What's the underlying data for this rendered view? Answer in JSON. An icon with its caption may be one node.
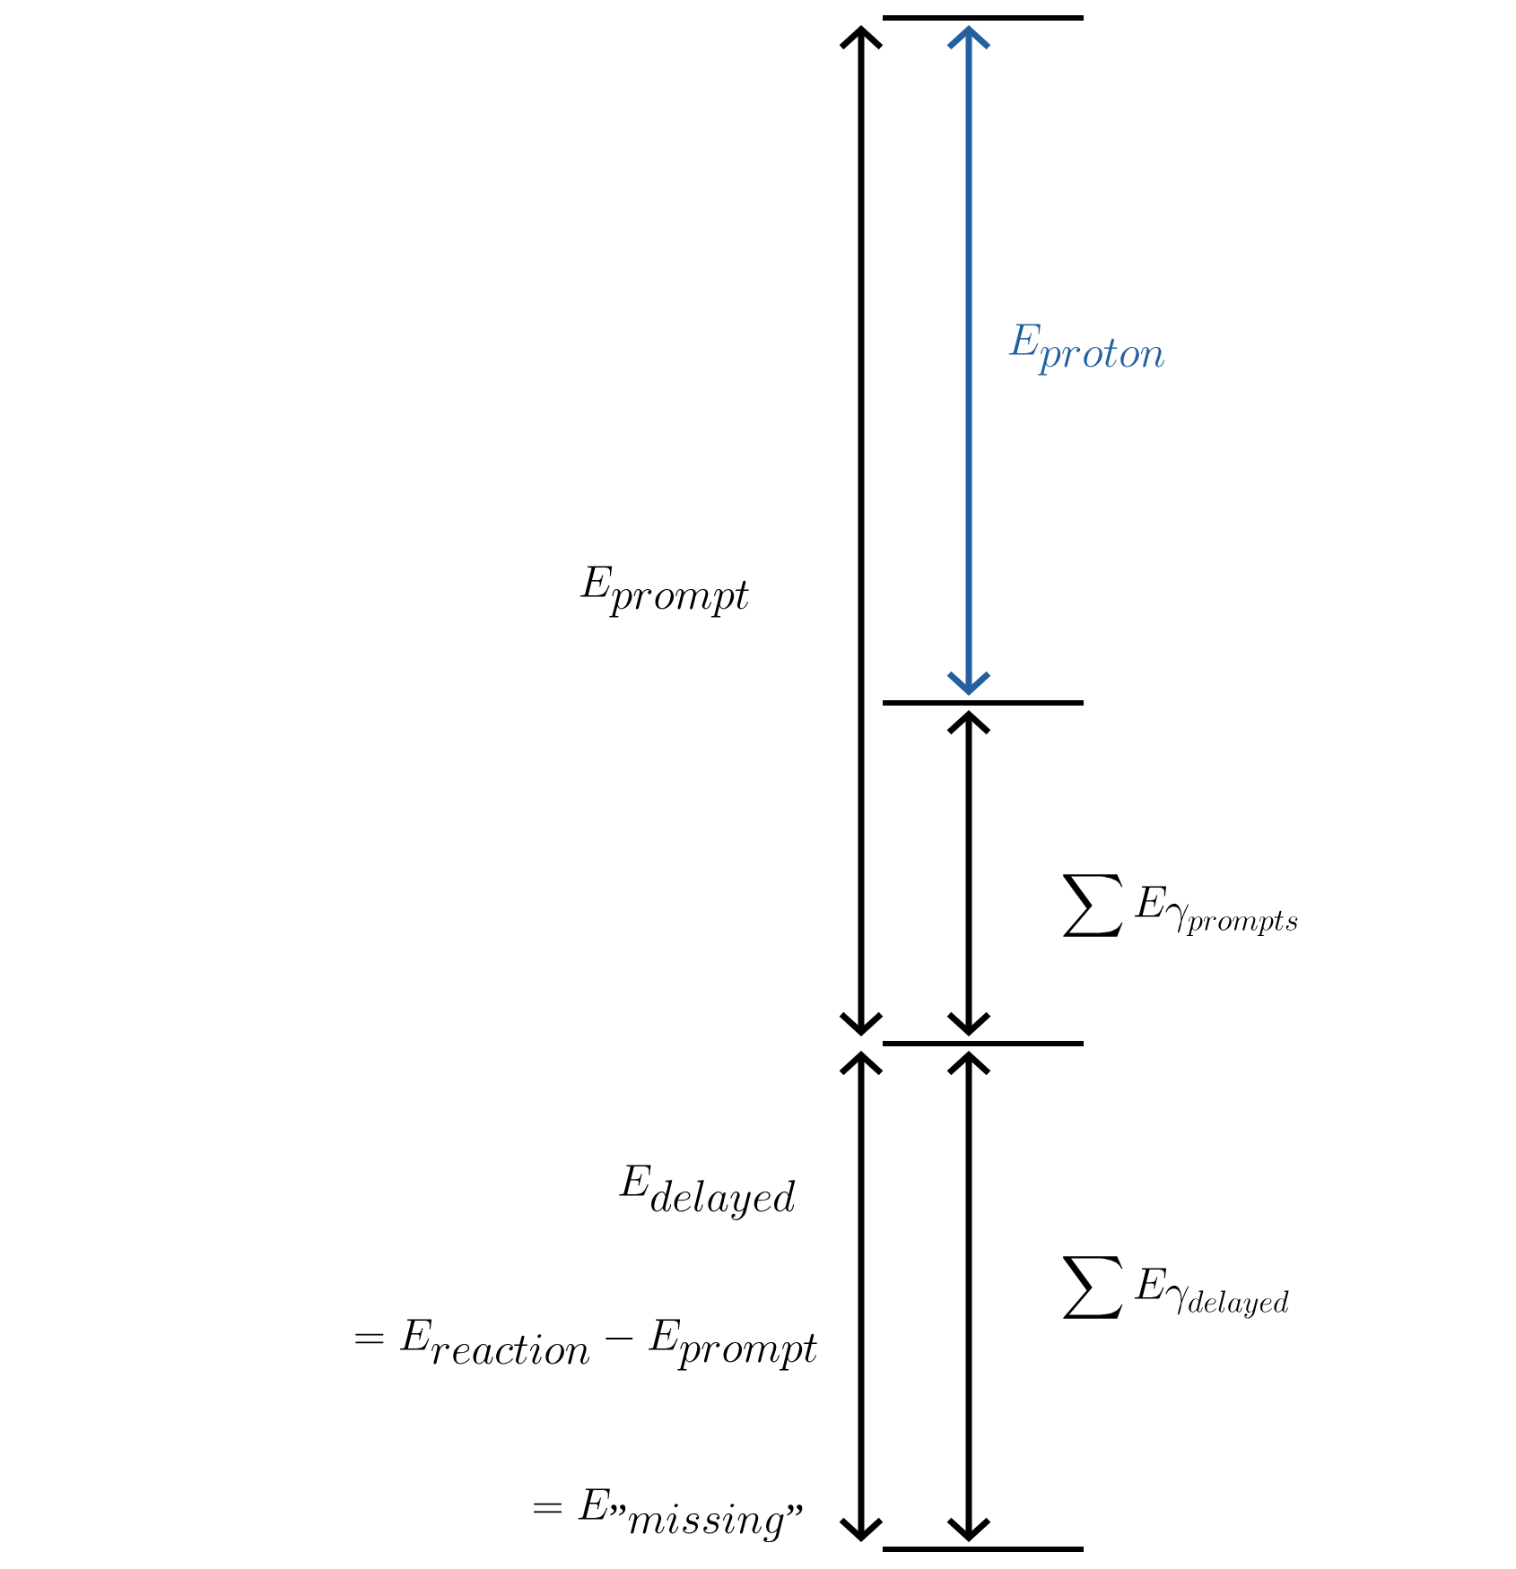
{
  "diagram": {
    "labels": [
      "E_{proton}",
      "E_{prompt}",
      "\\sum E_{\\gamma_{prompts}}",
      "E_{delayed}",
      "= E_{reaction} - E_{prompt}",
      "\\sum E_{\\gamma_{delayed}}",
      "= E_{\\text{\"}missing\\text{\"}}"
    ]
  }
}
